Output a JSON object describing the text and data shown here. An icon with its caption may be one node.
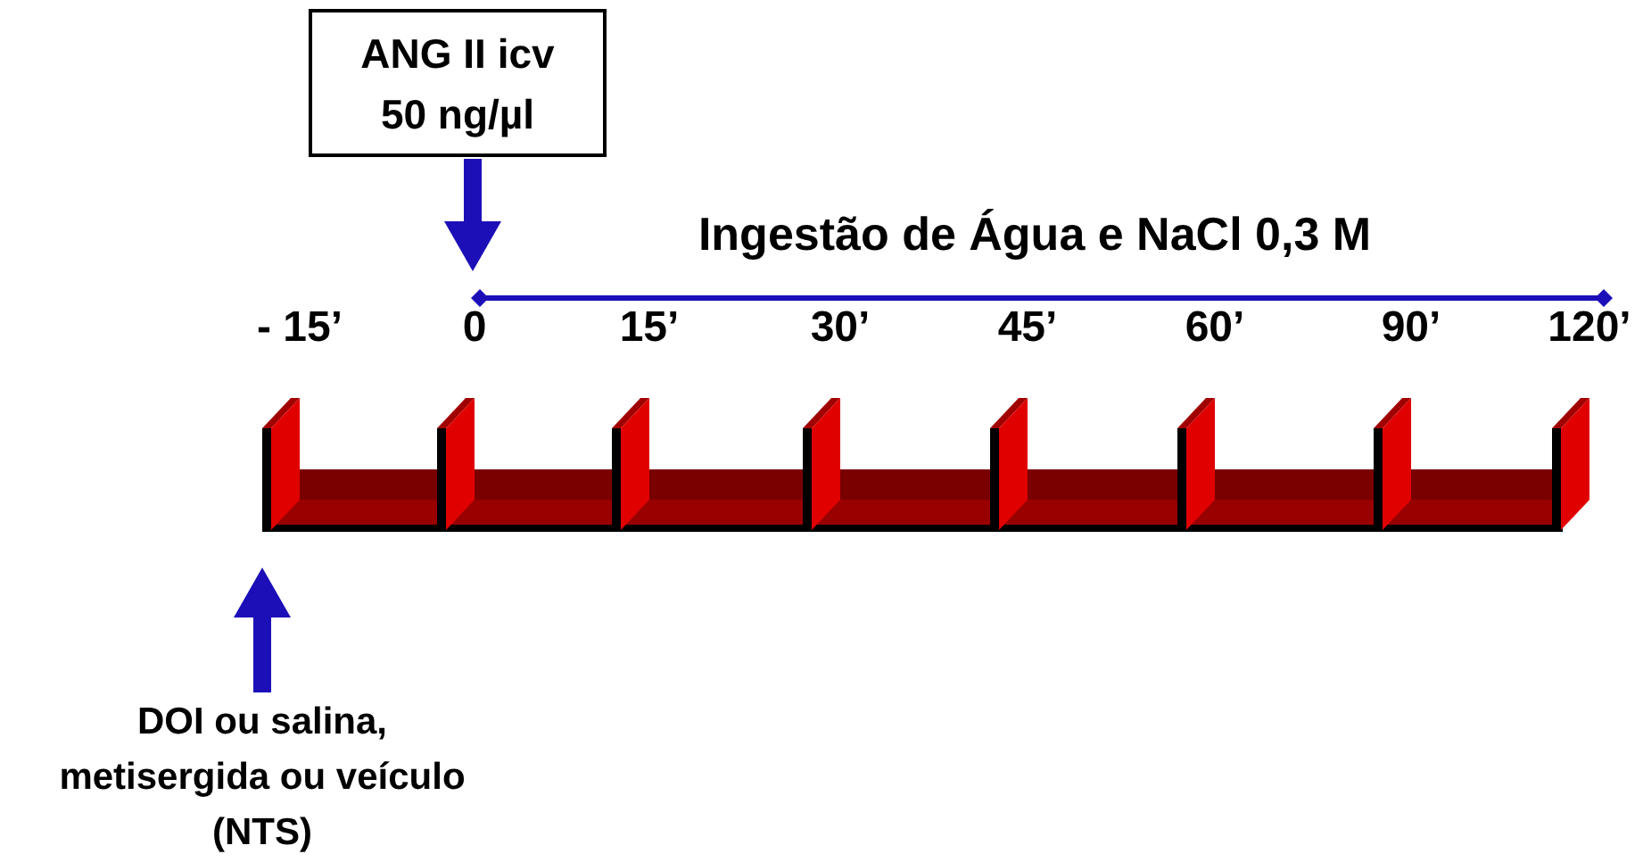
{
  "diagram": {
    "nodes": [
      {
        "text": [
          "ANG II icv 50 ng/µl"
        ]
      },
      {
        "text": [
          "DOI ou salina, metisergida ou veículo (NTS)"
        ]
      }
    ],
    "edges": [
      {
        "from": 0,
        "to": null,
        "arrow": "to",
        "color": "#1c0fb8"
      },
      {
        "from": 1,
        "to": null,
        "arrow": "to",
        "color": "#1c0fb8"
      }
    ],
    "labels": [
      "Ingestão de Água e NaCl 0,3 M",
      "- 15’",
      "0",
      "15’",
      "30’",
      "45’",
      "60’",
      "90’",
      "120’"
    ]
  }
}
